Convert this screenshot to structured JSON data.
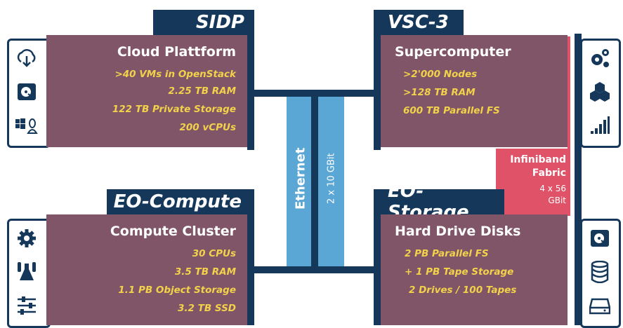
{
  "sections": {
    "sidp": {
      "tab": "SIDP",
      "title": "Cloud Plattform",
      "lines": [
        ">40 VMs in OpenStack",
        "2.25 TB RAM",
        "122 TB Private Storage",
        "200 vCPUs"
      ],
      "icons": [
        "cloud-download-icon",
        "hard-disk-icon",
        "windows-linux-icon"
      ]
    },
    "vsc3": {
      "tab": "VSC-3",
      "title": "Supercomputer",
      "lines": [
        ">2'000 Nodes",
        ">128 TB RAM",
        "600 TB Parallel FS"
      ],
      "icons": [
        "gears-icon",
        "cubes-icon",
        "signal-bars-icon"
      ]
    },
    "eo_compute": {
      "tab": "EO-Compute",
      "title": "Compute Cluster",
      "lines": [
        "30 CPUs",
        "3.5 TB RAM",
        "1.1 PB Object Storage",
        "3.2 TB SSD"
      ],
      "icons": [
        "gear-icon",
        "lab-flask-icon",
        "sliders-icon"
      ]
    },
    "eo_storage": {
      "tab": "EO-Storage",
      "title": "Hard Drive Disks",
      "lines": [
        "2 PB Parallel FS",
        "+ 1 PB Tape Storage",
        "2 Drives / 100 Tapes"
      ],
      "icons": [
        "hard-disk-icon",
        "database-icon",
        "drive-icon"
      ]
    }
  },
  "network": {
    "ethernet_label": "Ethernet",
    "ethernet_speed": "2 x 10 GBit",
    "infiniband_line1": "Infiniband",
    "infiniband_line2": "Fabric",
    "infiniband_speed1": "4 x 56",
    "infiniband_speed2": "GBit"
  },
  "colors": {
    "navy": "#15385a",
    "mauve": "#7f5567",
    "light_blue": "#5aa6d4",
    "pink": "#e05267",
    "yellow_text": "#f2d24a"
  }
}
